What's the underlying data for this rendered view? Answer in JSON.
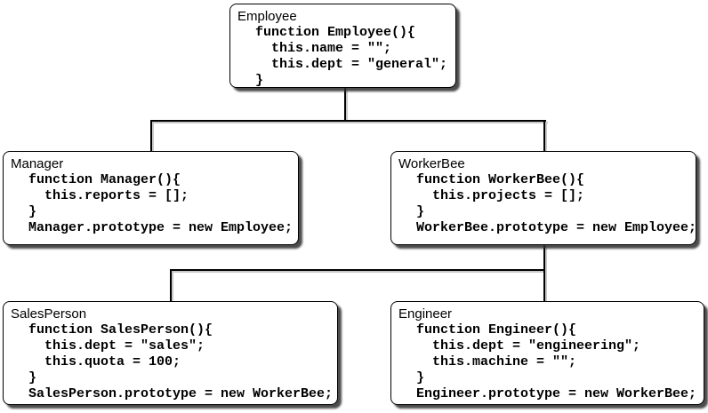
{
  "diagram": {
    "description": "JavaScript prototype-based object hierarchy diagram",
    "colors": {
      "background": "#ffffff",
      "box_fill": "#ffffff",
      "box_border": "#000000",
      "box_shadow": "#2d2d2d",
      "edge_line": "#000000",
      "edge_line_shadow": "#c9c9c9",
      "text": "#000000"
    },
    "nodes": [
      {
        "id": "employee",
        "title": "Employee",
        "code": "function Employee(){\n  this.name = \"\";\n  this.dept = \"general\";\n}"
      },
      {
        "id": "manager",
        "title": "Manager",
        "code": "function Manager(){\n  this.reports = [];\n}\nManager.prototype = new Employee;"
      },
      {
        "id": "workerbee",
        "title": "WorkerBee",
        "code": "function WorkerBee(){\n  this.projects = [];\n}\nWorkerBee.prototype = new Employee;"
      },
      {
        "id": "salesperson",
        "title": "SalesPerson",
        "code": "function SalesPerson(){\n  this.dept = \"sales\";\n  this.quota = 100;\n}\nSalesPerson.prototype = new WorkerBee;"
      },
      {
        "id": "engineer",
        "title": "Engineer",
        "code": "function Engineer(){\n  this.dept = \"engineering\";\n  this.machine = \"\";\n}\nEngineer.prototype = new WorkerBee;"
      }
    ],
    "edges": [
      {
        "from": "Employee",
        "to": "Manager"
      },
      {
        "from": "Employee",
        "to": "WorkerBee"
      },
      {
        "from": "WorkerBee",
        "to": "SalesPerson"
      },
      {
        "from": "WorkerBee",
        "to": "Engineer"
      }
    ]
  }
}
